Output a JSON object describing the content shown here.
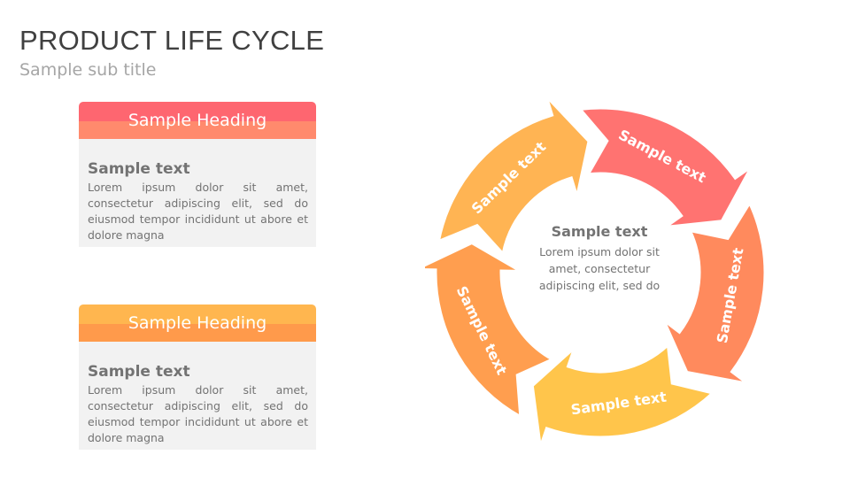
{
  "header": {
    "title": "PRODUCT LIFE CYCLE",
    "subtitle": "Sample sub title"
  },
  "cards": [
    {
      "heading": "Sample Heading",
      "title": "Sample text",
      "body": "Lorem ipsum dolor sit amet, consectetur adipiscing elit, sed do eiusmod tempor incididunt ut abore et dolore magna",
      "head_color": "#fe6670",
      "band_color": "#ff8a6d"
    },
    {
      "heading": "Sample Heading",
      "title": "Sample text",
      "body": "Lorem ipsum dolor sit amet, consectetur adipiscing elit, sed do eiusmod tempor incididunt ut abore et dolore magna",
      "head_color": "#ffb64f",
      "band_color": "#ff9a4b"
    }
  ],
  "cycle": {
    "center_title": "Sample text",
    "center_body": "Lorem ipsum dolor sit amet, consectetur adipiscing elit, sed do",
    "segments": [
      {
        "label": "Sample text",
        "color": "#ff7371"
      },
      {
        "label": "Sample text",
        "color": "#ff8a5d"
      },
      {
        "label": "Sample text",
        "color": "#ffc54b"
      },
      {
        "label": "Sample text",
        "color": "#ff9e4f"
      },
      {
        "label": "Sample text",
        "color": "#ffb453"
      }
    ]
  }
}
